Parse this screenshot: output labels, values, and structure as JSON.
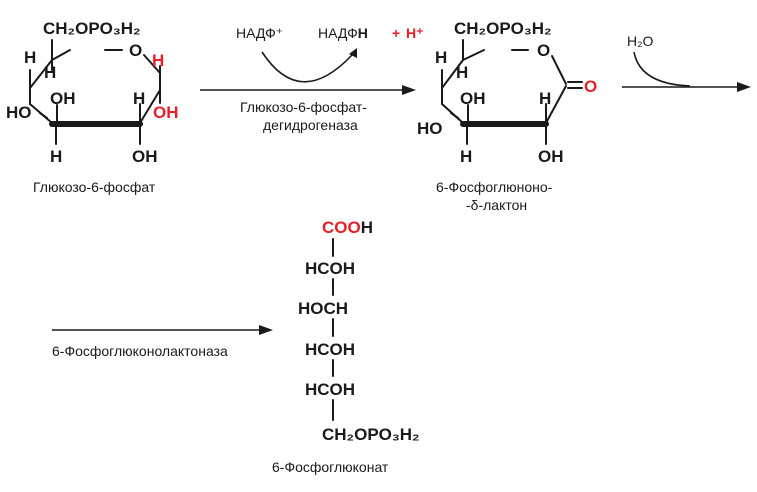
{
  "glucose": {
    "top_group": "CH₂OPO₃H₂",
    "ring_o": "O",
    "h_top_left": "H",
    "h_left": "H",
    "h_anomeric": "H",
    "oh_anomeric": "OH",
    "oh_mid_left": "OH",
    "h_mid_right": "H",
    "ho_left": "HO",
    "h_bottom_left": "H",
    "oh_bottom": "OH",
    "name": "Глюкозо-6-фосфат"
  },
  "step1": {
    "cofactor_in": "НАДФ⁺",
    "cofactor_out_main": "НАДФ",
    "cofactor_out_h": "Н",
    "plus": "+",
    "proton": "Н⁺",
    "enzyme_line1": "Глюкозо-6-фосфат-",
    "enzyme_line2": "дегидрогеназа"
  },
  "lactone": {
    "top_group": "CH₂OPO₃H₂",
    "ring_o": "O",
    "carbonyl_o": "O",
    "h_top_left": "H",
    "h_left": "H",
    "oh_mid_left": "OH",
    "h_mid_right": "H",
    "ho_left": "HO",
    "h_bottom_left": "H",
    "oh_bottom": "OH",
    "name_line1": "6-Фосфоглюноно-",
    "name_line2": "-δ-лактон"
  },
  "step2": {
    "reagent": "H₂O",
    "enzyme": "6-Фосфоглюконолактоназа"
  },
  "gluconate": {
    "cooh_red": "COO",
    "cooh_h": "H",
    "row2": "HCOH",
    "row3": "HOCH",
    "row4": "HCOH",
    "row5": "HCOH",
    "bottom_group": "CH₂OPO₃H₂",
    "name": "6-Фосфоглюконат"
  },
  "colors": {
    "text": "#1a1a1a",
    "highlight": "#e8202a"
  }
}
